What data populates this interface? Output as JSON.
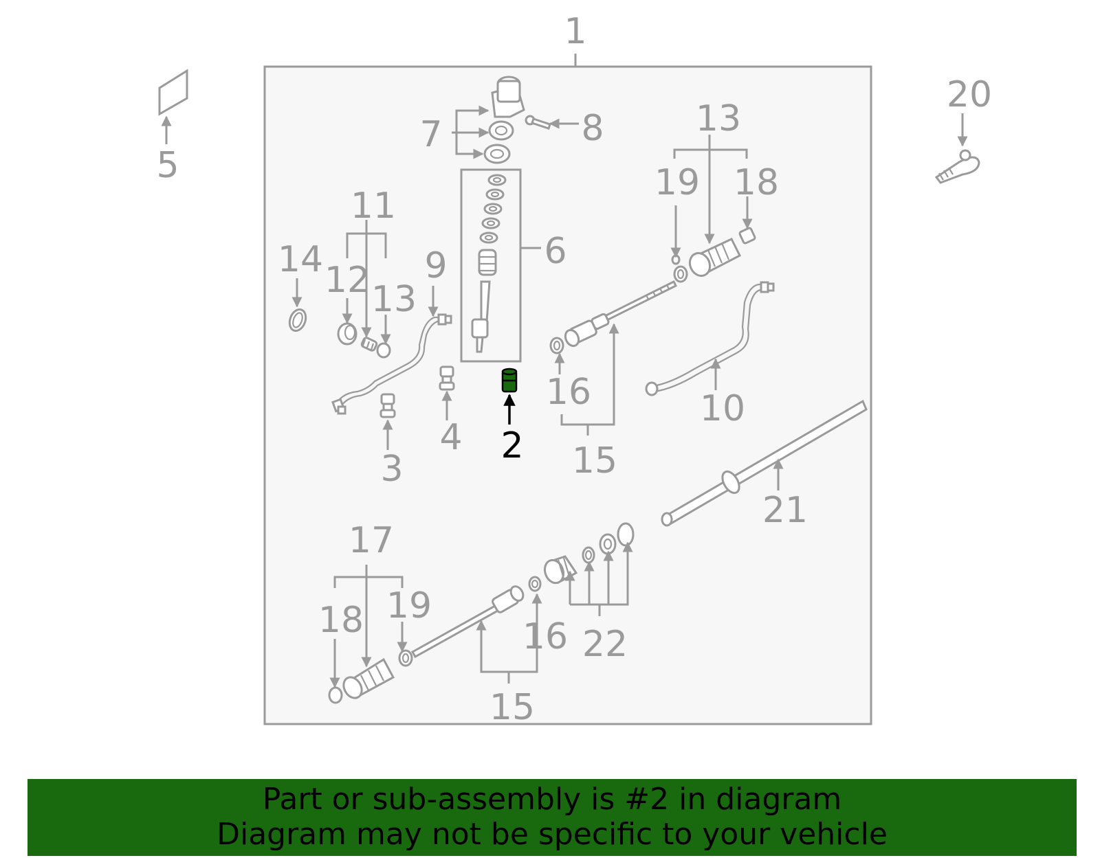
{
  "callouts": {
    "c1": "1",
    "c2": "2",
    "c3": "3",
    "c4": "4",
    "c5": "5",
    "c6": "6",
    "c7": "7",
    "c8": "8",
    "c9": "9",
    "c10": "10",
    "c11": "11",
    "c12": "12",
    "c13a": "13",
    "c13b": "13",
    "c14": "14",
    "c15a": "15",
    "c15b": "15",
    "c16a": "16",
    "c16b": "16",
    "c17": "17",
    "c18a": "18",
    "c18b": "18",
    "c19a": "19",
    "c19b": "19",
    "c20": "20",
    "c21": "21",
    "c22": "22"
  },
  "highlight": {
    "part_number": "2",
    "color": "#19690f"
  },
  "colors": {
    "line": "#9a9a9a",
    "panel": "#f7f7f7",
    "banner": "#19690f"
  },
  "banner": {
    "line1": "Part or sub-assembly is #2 in diagram",
    "line2": "Diagram may not be specific to your vehicle"
  }
}
